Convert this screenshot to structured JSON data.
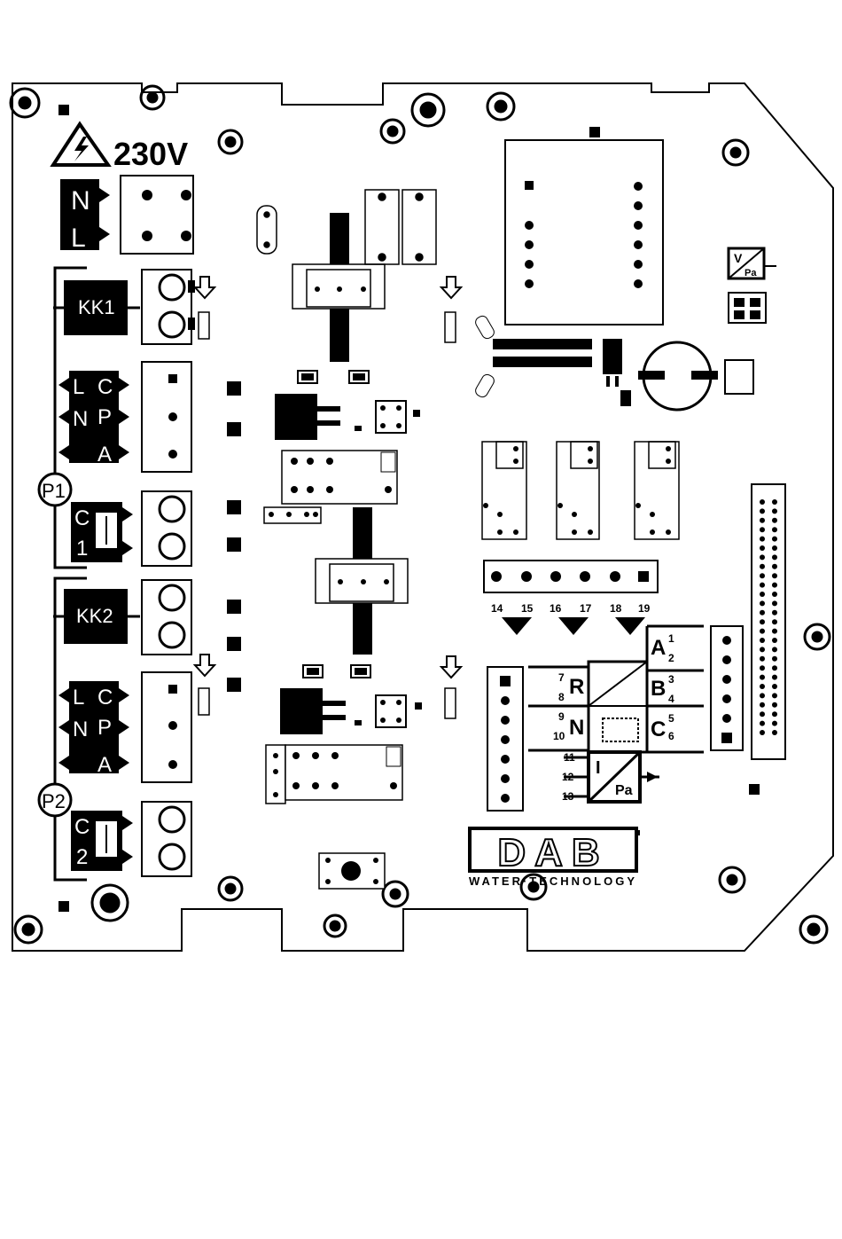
{
  "voltage": "230V",
  "mains": {
    "n": "N",
    "l": "L"
  },
  "contactors": {
    "kk1": "KK1",
    "kk2": "KK2"
  },
  "pumps": {
    "p1": "P1",
    "p2": "P2"
  },
  "caps": {
    "c1": [
      "C",
      "1"
    ],
    "c2": [
      "C",
      "2"
    ]
  },
  "lnpa": {
    "l": "L",
    "c": "C",
    "n": "N",
    "p": "P",
    "a": "A"
  },
  "terminals_top": [
    "14",
    "15",
    "16",
    "17",
    "18",
    "19"
  ],
  "relay_block": {
    "a": "A",
    "b": "B",
    "c": "C",
    "r": "R",
    "n": "N",
    "n1": "1",
    "n2": "2",
    "n3": "3",
    "n4": "4",
    "n5": "5",
    "n6": "6",
    "n7": "7",
    "n8": "8",
    "n9": "9",
    "n10": "10"
  },
  "sensor": {
    "t11": "11",
    "t12": "12",
    "t13": "13",
    "i": "I",
    "pa": "Pa"
  },
  "top_sensor": {
    "v": "V",
    "pa": "Pa"
  },
  "brand": {
    "name": "DAB",
    "tagline": "WATER·TECHNOLOGY"
  },
  "colors": {
    "ink": "#000000",
    "paper": "#ffffff",
    "board_bg": "#ffffff"
  }
}
